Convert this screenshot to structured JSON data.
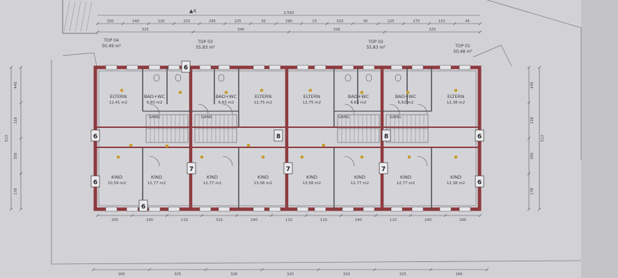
{
  "north_symbol": "▲4",
  "units": [
    {
      "label": "TOP 04",
      "area": "50,49 m²"
    },
    {
      "label": "TOP 03",
      "area": "55,83 m²"
    },
    {
      "label": "TOP 02",
      "area": "55,83 m²"
    },
    {
      "label": "TOP 01",
      "area": "50,48 m²"
    }
  ],
  "rooms": [
    {
      "name": "ELTERN",
      "area": "12,41 m2"
    },
    {
      "name": "BAD+WC",
      "area": "6,83 m2"
    },
    {
      "name": "BAD+WC",
      "area": "6,63 m2"
    },
    {
      "name": "ELTERN",
      "area": "12,75 m2"
    },
    {
      "name": "ELTERN",
      "area": "12,75 m2"
    },
    {
      "name": "BAD+WC",
      "area": "6,63 m2"
    },
    {
      "name": "BAD+WC",
      "area": "6,62 m2"
    },
    {
      "name": "ELTERN",
      "area": "12,38 m2"
    },
    {
      "name": "KIND",
      "area": "10,59 m2"
    },
    {
      "name": "KIND",
      "area": "12,77 m2"
    },
    {
      "name": "KIND",
      "area": "12,77 m2"
    },
    {
      "name": "KIND",
      "area": "13,56 m2"
    },
    {
      "name": "KIND",
      "area": "13,56 m2"
    },
    {
      "name": "KIND",
      "area": "12,77 m2"
    },
    {
      "name": "KIND",
      "area": "12,77 m2"
    },
    {
      "name": "KIND",
      "area": "12,38 m2"
    }
  ],
  "gang_labels": [
    "GANG",
    "GANG",
    "GANG",
    "GANG"
  ],
  "tags": [
    "6",
    "6",
    "6",
    "7",
    "8",
    "7",
    "8",
    "7",
    "6",
    "6",
    "6"
  ],
  "dims_top": [
    "2.593",
    "150",
    "240",
    "120",
    "225",
    "295",
    "225",
    "30",
    "290",
    "13",
    "323",
    "30",
    "225",
    "275",
    "151",
    "45"
  ],
  "dims_top2": [
    "325",
    "340",
    "326",
    "325"
  ],
  "dims_bottom": [
    "160",
    "325",
    "326",
    "320",
    "320",
    "325",
    "160"
  ],
  "dims_left": [
    "513",
    "445",
    "118",
    "350",
    "178"
  ],
  "dims_right": [
    "513",
    "445",
    "118",
    "350",
    "178"
  ],
  "dims_inner_bottom": [
    "335",
    "240",
    "110",
    "310",
    "240",
    "110",
    "110",
    "240",
    "110",
    "240",
    "290"
  ]
}
